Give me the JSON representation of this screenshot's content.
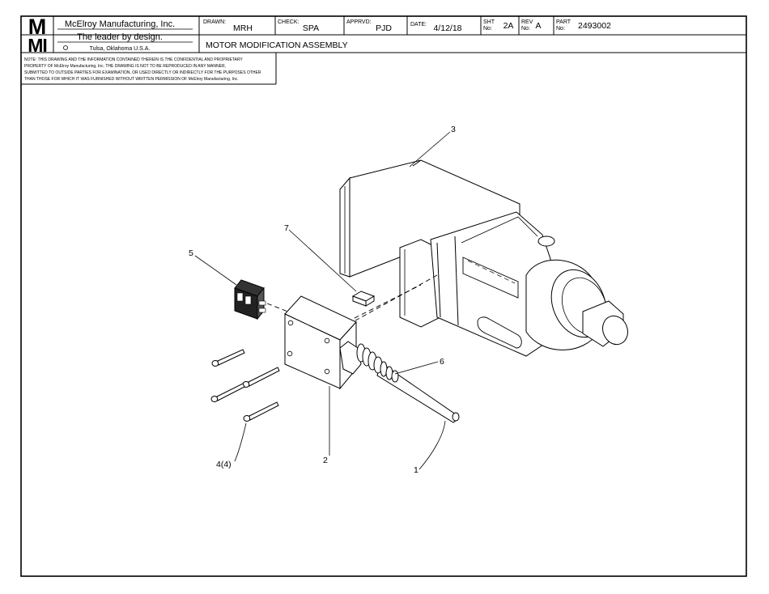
{
  "title_block": {
    "logo_top": "M",
    "logo_bottom": "MI",
    "company": "McElroy Manufacturing, Inc.",
    "slogan": "The leader by design.",
    "location": "Tulsa, Oklahoma U.S.A.",
    "drawn_label": "DRAWN:",
    "drawn_value": "MRH",
    "check_label": "CHECK:",
    "check_value": "SPA",
    "apprvd_label": "APPRVD:",
    "apprvd_value": "PJD",
    "date_label": "DATE:",
    "date_value": "4/12/18",
    "sht_label_1": "SHT",
    "sht_label_2": "No:",
    "sht_value": "2A",
    "rev_label_1": "REV",
    "rev_label_2": "No:",
    "rev_value": "A",
    "part_label_1": "PART",
    "part_label_2": "No:",
    "part_value": "2493002",
    "drawing_title": "MOTOR MODIFICATION ASSEMBLY"
  },
  "notice": {
    "line1": "NOTE: THIS DRAWING AND THE INFORMATION CONTAINED THEREIN IS THE CONFIDENTIAL AND PROPRIETARY",
    "line2": "PROPERTY OF McElroy Manufacturing, Inc. THE DRAWING IS NOT TO BE REPRODUCED IN ANY MANNER,",
    "line3": "SUBMITTED TO OUTSIDE PARTIES FOR EXAMINATION, OR USED DIRECTLY OR INDIRECTLY FOR THE PURPOSES OTHER",
    "line4": "THAN THOSE FOR WHICH IT WAS FURNISHED WITHOUT WRITTEN PERMISSION OF McElroy Manufacturing, Inc."
  },
  "callouts": {
    "c1": "1",
    "c2": "2",
    "c3": "3",
    "c4": "4(4)",
    "c5": "5",
    "c6": "6",
    "c7": "7"
  }
}
